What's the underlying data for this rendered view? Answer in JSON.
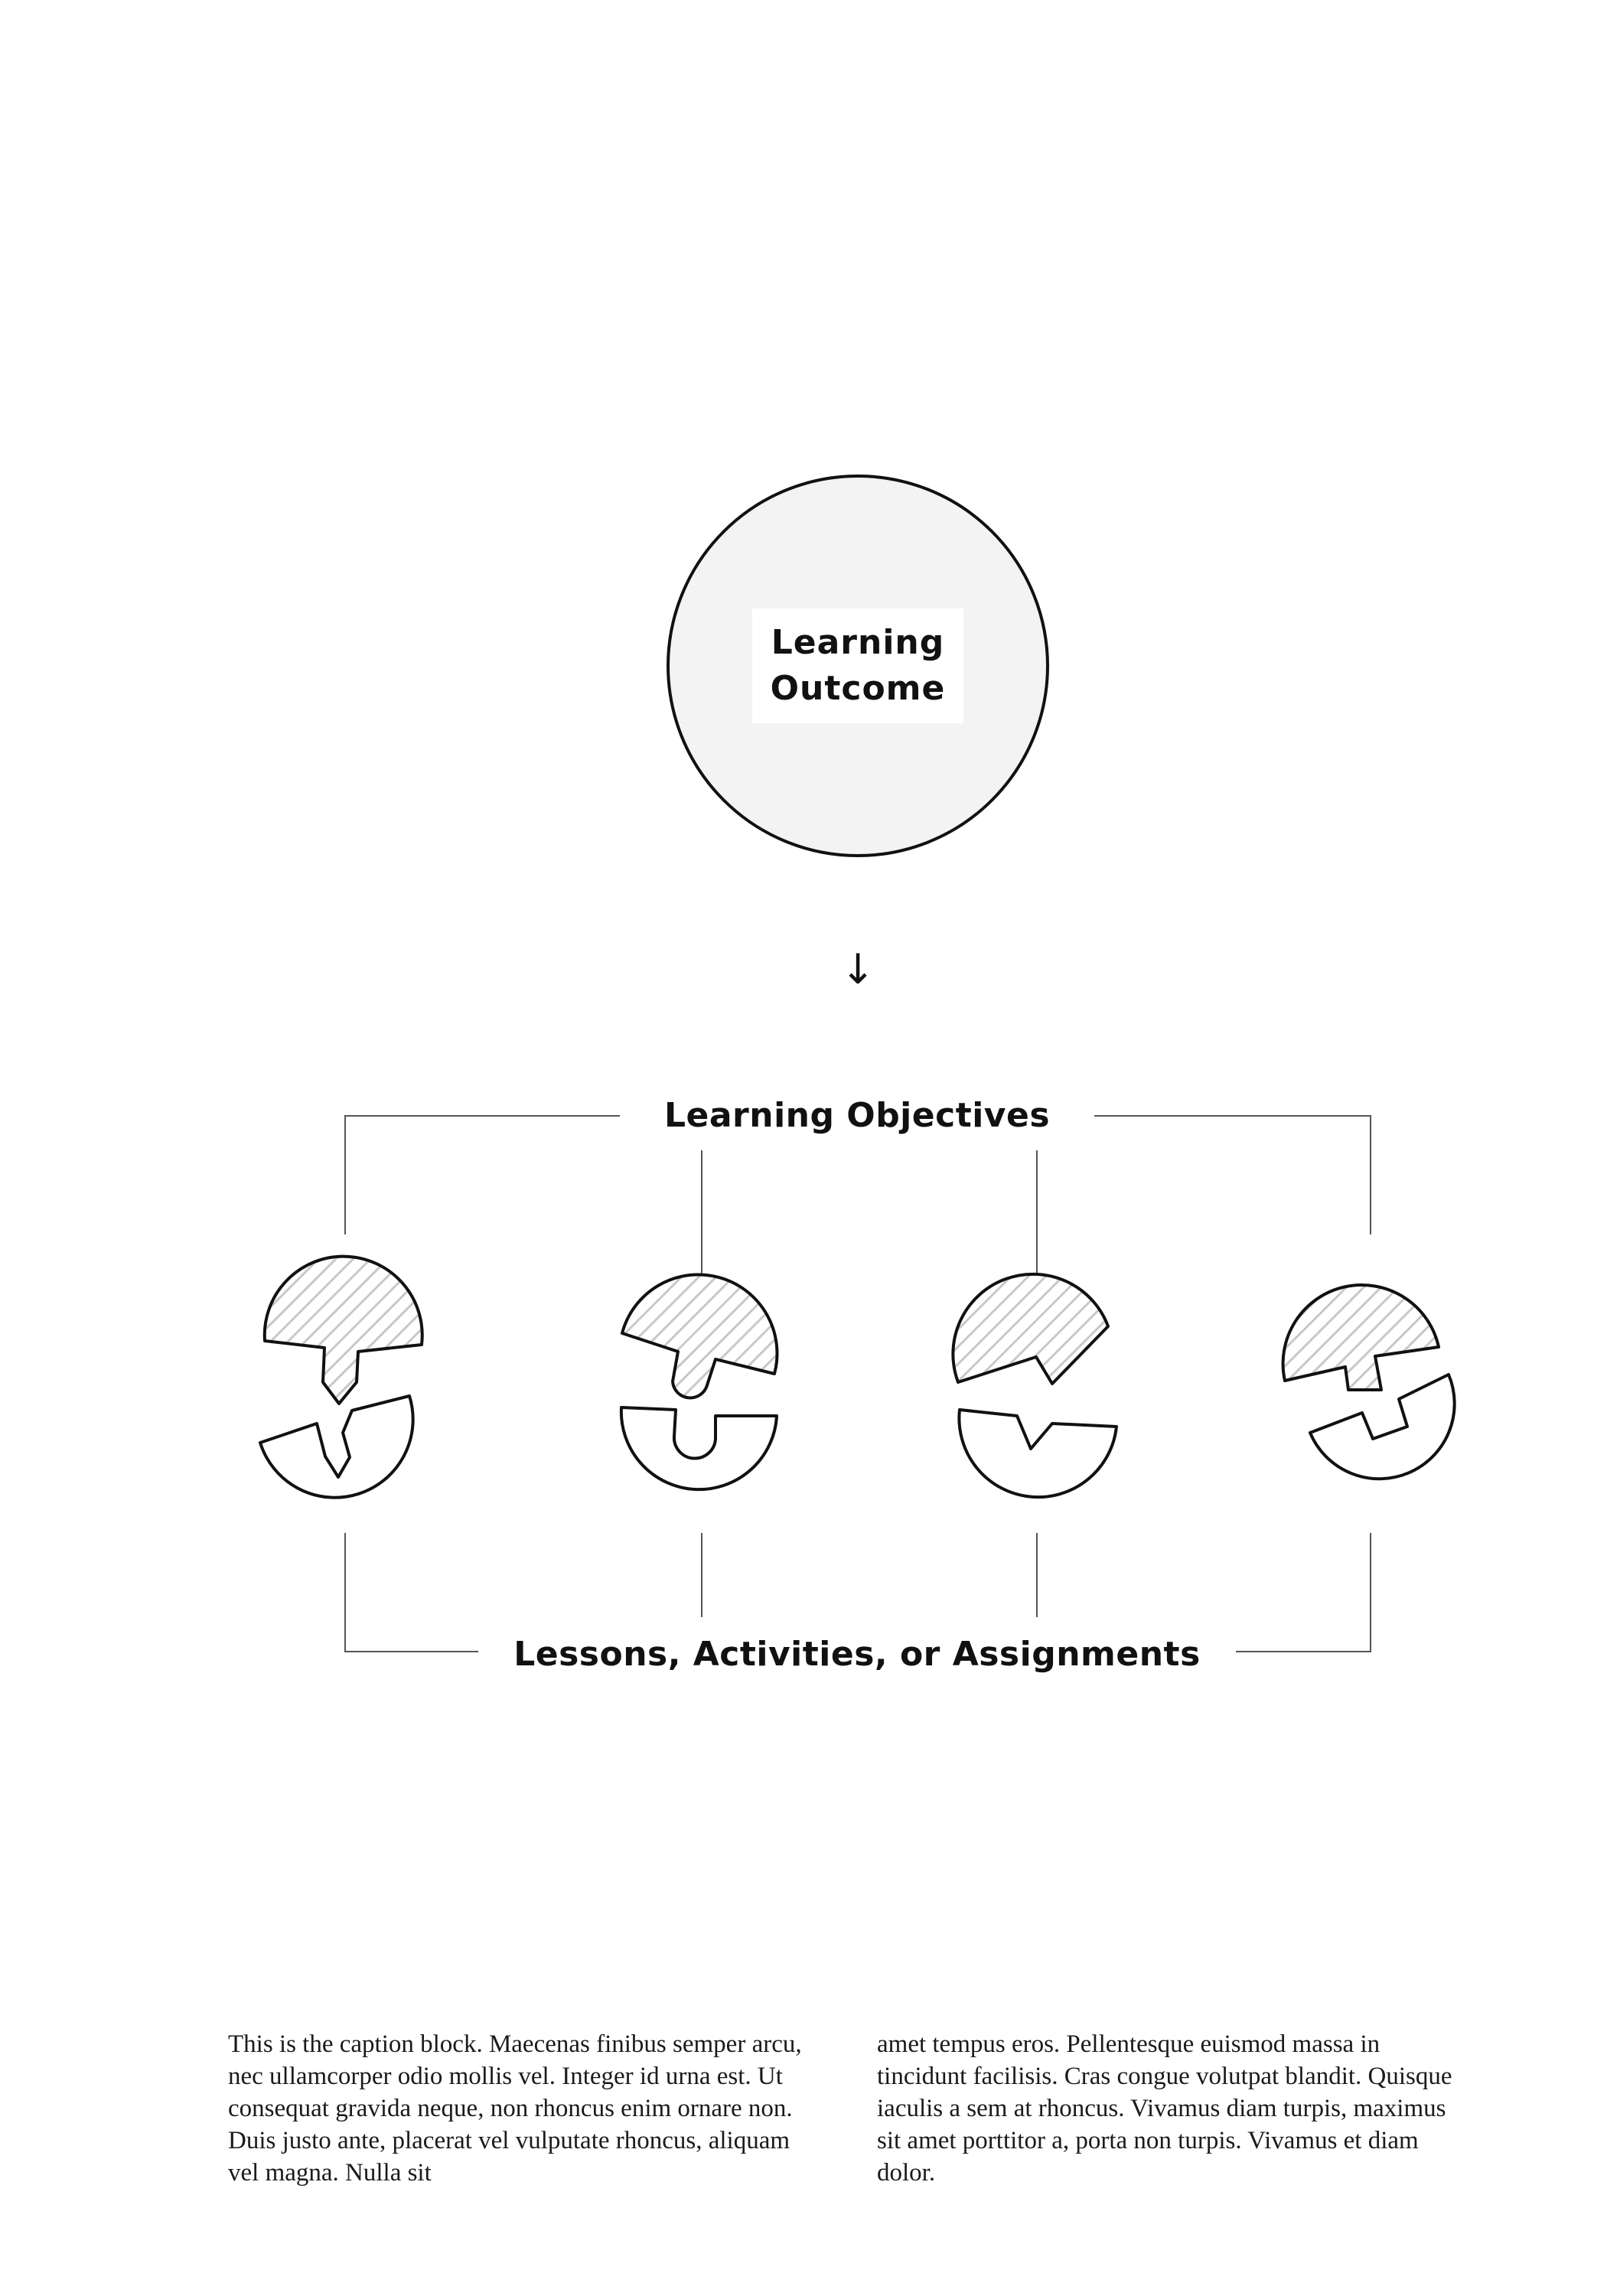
{
  "outcome": {
    "label": "Learning\nOutcome"
  },
  "arrow": {
    "glyph": "↓",
    "icon": "arrow-down-icon"
  },
  "objectives_heading": "Learning Objectives",
  "lessons_heading": "Lessons, Activities, or Assignments",
  "pieces": {
    "count": 4,
    "icon": "broken-circle-puzzle-icon",
    "hatch_color": "#c8c8c8",
    "fill_color": "#f3f3f3"
  },
  "caption": {
    "left": "This is the caption block. Maecenas finibus semper arcu, nec ullamcorper odio mollis vel. Integer id urna est. Ut consequat gravida neque, non rhoncus enim ornare non. Duis justo ante, placerat vel vulputate rhoncus, aliquam vel magna. Nulla sit",
    "right": "amet tempus eros. Pellentesque euismod massa in tincidunt facilisis. Cras congue volutpat blandit. Quisque iaculis a sem at rhoncus. Vivamus diam turpis, maximus sit amet porttitor a, porta non turpis. Vivamus et diam dolor."
  },
  "colors": {
    "stroke": "#111111",
    "connector": "#555555",
    "circle_fill": "#f3f3f3"
  }
}
